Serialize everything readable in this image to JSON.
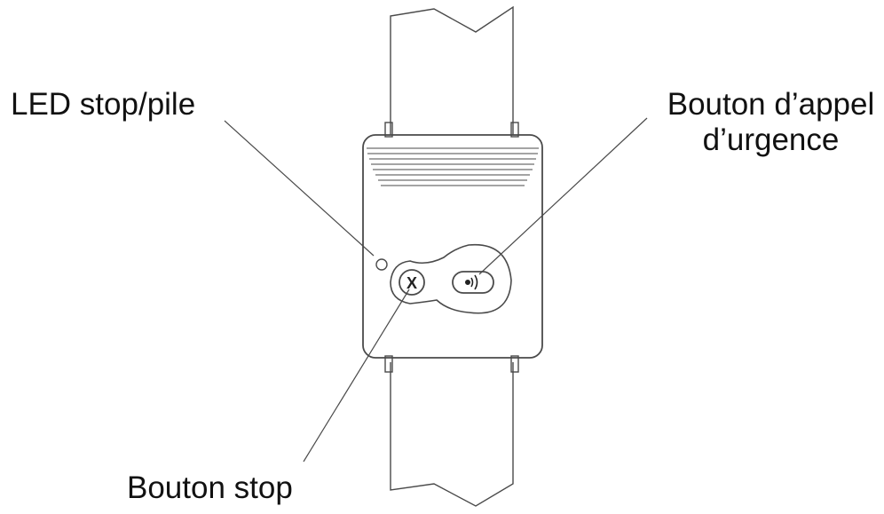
{
  "labels": {
    "led": "LED stop/pile",
    "urgence_line1": "Bouton d’appel",
    "urgence_line2": "d’urgence",
    "stop": "Bouton stop"
  },
  "icons": {
    "stop_button": "x-icon",
    "urgence_button": "signal-icon"
  },
  "stop_button_glyph": "X",
  "colors": {
    "stroke": "#4a4a4a",
    "text": "#111111",
    "background": "#ffffff"
  }
}
